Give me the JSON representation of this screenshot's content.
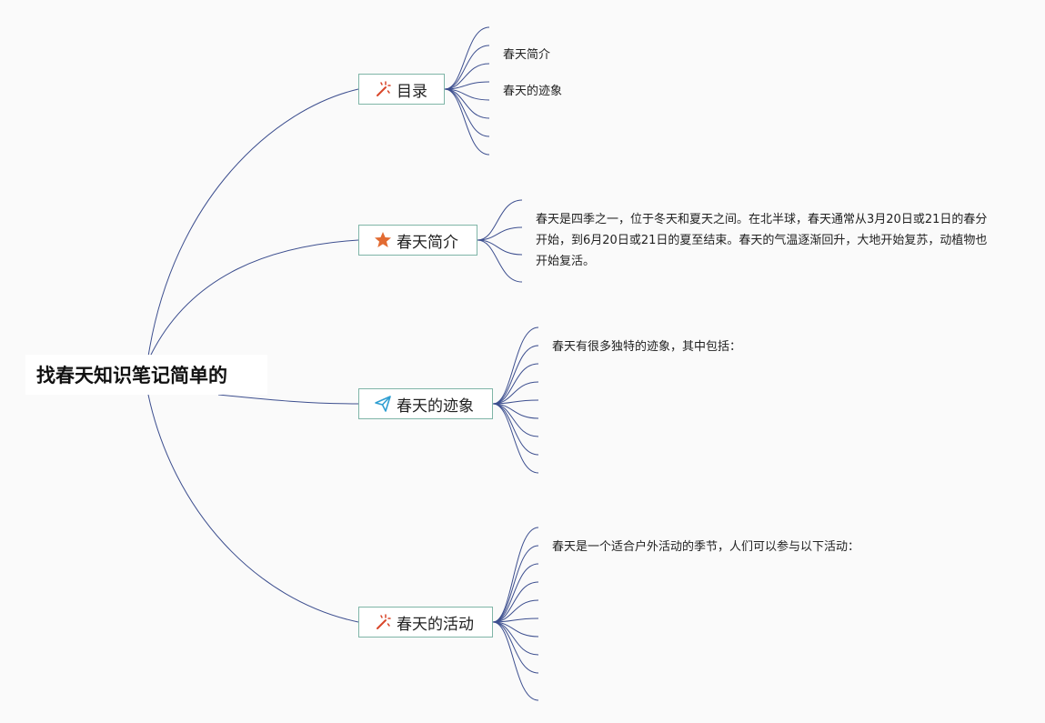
{
  "root": {
    "title": "找春天知识笔记简单的"
  },
  "branches": [
    {
      "label": "目录",
      "icon": "sparkle-wand-icon",
      "children": [
        "春天简介",
        "春天的迹象"
      ]
    },
    {
      "label": "春天简介",
      "icon": "star-icon",
      "text": "春天是四季之一，位于冬天和夏天之间。在北半球，春天通常从3月20日或21日的春分开始，到6月20日或21日的夏至结束。春天的气温逐渐回升，大地开始复苏，动植物也开始复活。"
    },
    {
      "label": "春天的迹象",
      "icon": "paper-plane-icon",
      "text": "春天有很多独特的迹象，其中包括："
    },
    {
      "label": "春天的活动",
      "icon": "sparkle-wand-icon",
      "text": "春天是一个适合户外活动的季节，人们可以参与以下活动："
    }
  ],
  "colors": {
    "line": "#3d4f8f",
    "node_border": "#7fb5a7",
    "icon_red": "#d9472b",
    "star_orange": "#e26b32",
    "plane_blue": "#2f9fd2"
  }
}
